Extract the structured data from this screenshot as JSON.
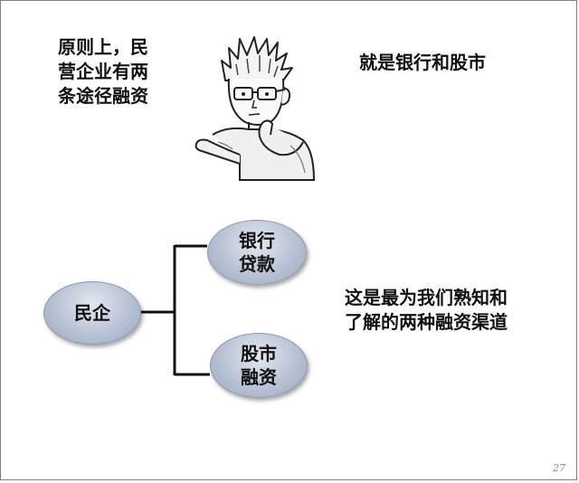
{
  "slide": {
    "left_quote_lines": [
      "原则上，民",
      "营企业有两",
      "条途径融资"
    ],
    "right_quote": "就是银行和股市",
    "nodes": {
      "root": "民企",
      "bank_lines": [
        "银行",
        "贷款"
      ],
      "stock_lines": [
        "股市",
        "融资"
      ]
    },
    "note_lines": [
      "这是最为我们熟知和",
      "了解的两种融资渠道"
    ],
    "page_number": "27"
  },
  "colors": {
    "ellipse_fill": "#b5bfd2",
    "border": "#7f7f86"
  },
  "icons": [
    "thinking-person-illustration"
  ]
}
